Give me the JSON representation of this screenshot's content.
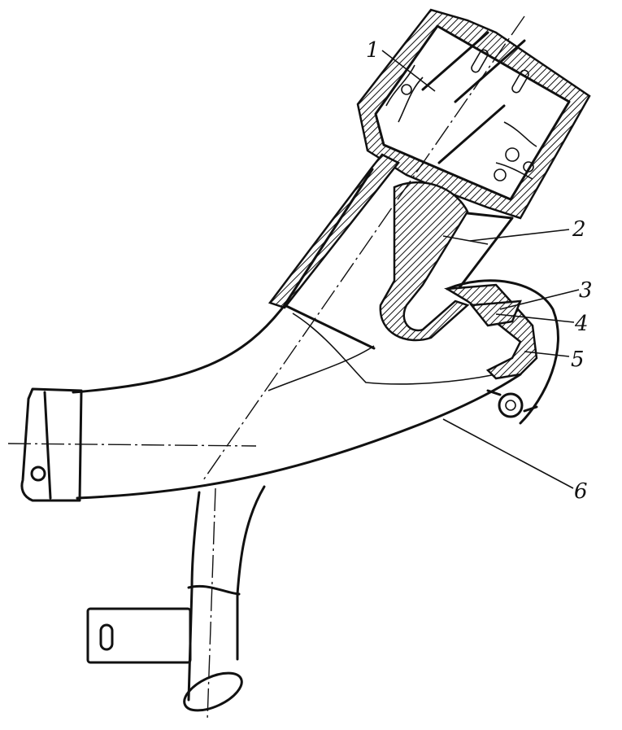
{
  "diagram": {
    "type": "technical cross-section drawing",
    "callouts": [
      {
        "number": "1"
      },
      {
        "number": "2"
      },
      {
        "number": "3"
      },
      {
        "number": "4"
      },
      {
        "number": "5"
      },
      {
        "number": "6"
      }
    ]
  }
}
